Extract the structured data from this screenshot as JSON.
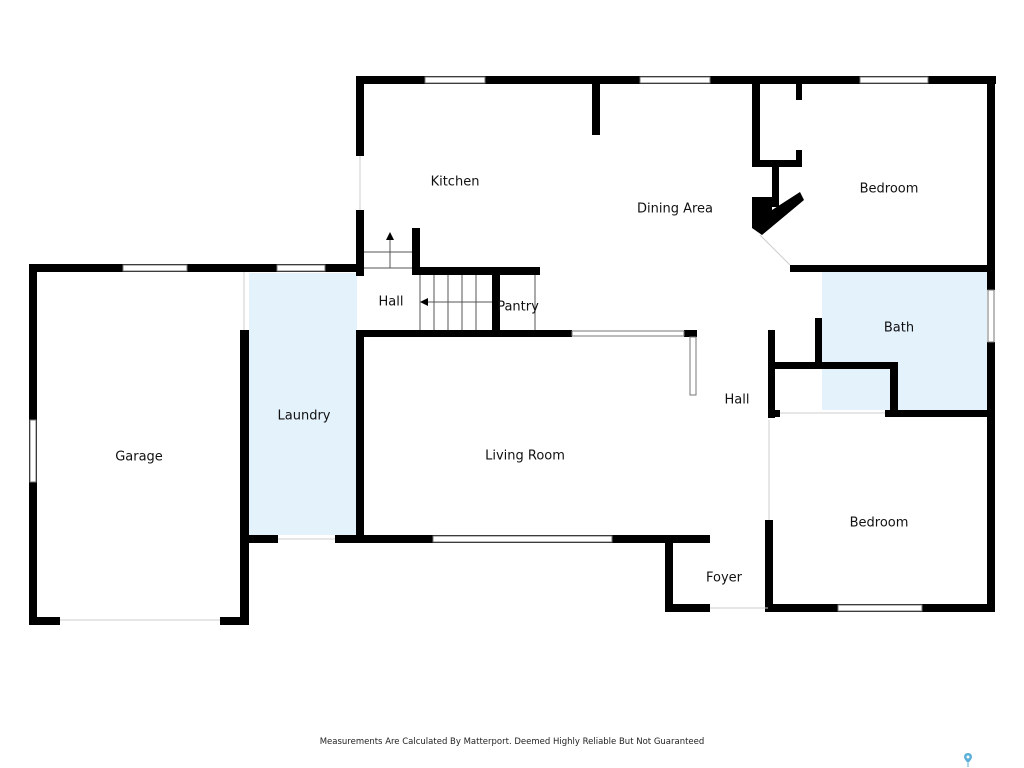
{
  "rooms": {
    "kitchen": "Kitchen",
    "dining": "Dining Area",
    "bedroom_top": "Bedroom",
    "hall_upper": "Hall",
    "pantry": "Pantry",
    "bath": "Bath",
    "garage": "Garage",
    "laundry": "Laundry",
    "living": "Living Room",
    "hall_right": "Hall",
    "bedroom_bottom": "Bedroom",
    "foyer": "Foyer"
  },
  "footer": "Measurements Are Calculated By Matterport. Deemed Highly Reliable But Not Guaranteed",
  "colors": {
    "wall": "#000000",
    "wet_room_fill": "#e4f2fc",
    "pin": "#5ab0d8"
  },
  "icons": {
    "pin": "map-pin-icon"
  }
}
